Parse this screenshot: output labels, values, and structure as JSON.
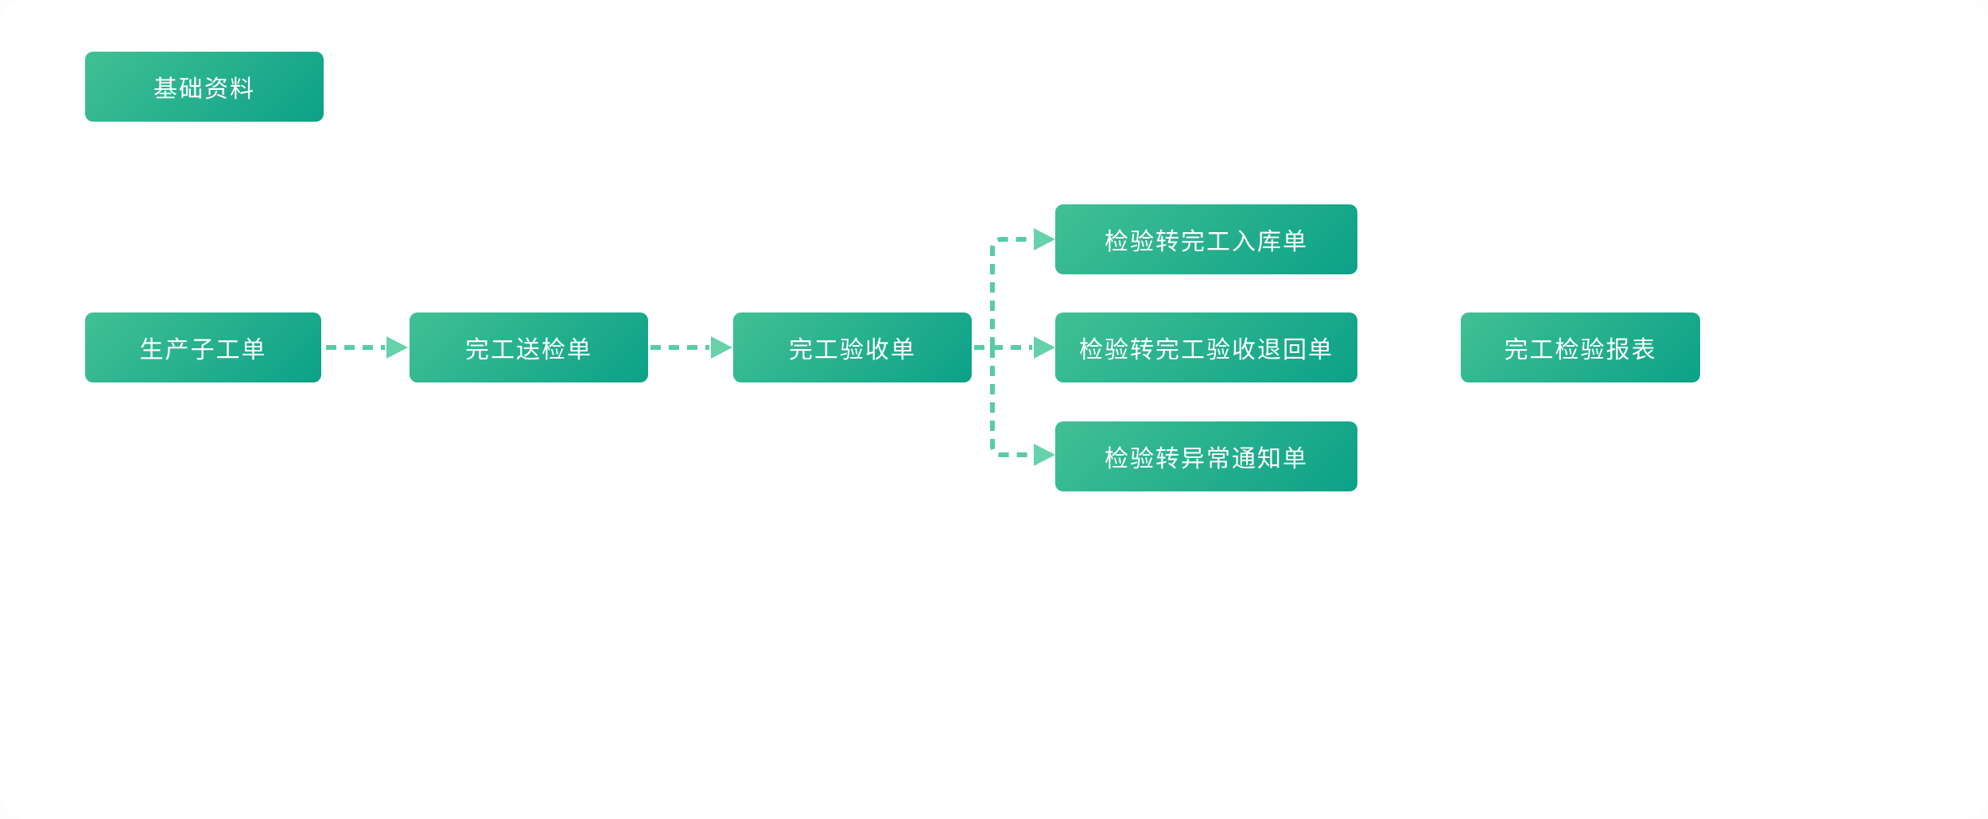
{
  "diagram": {
    "title_hint": "completion-inspection-flowchart",
    "colors": {
      "node_gradient_start": "#41C093",
      "node_gradient_end": "#0CA188",
      "connector": "#57CCA3",
      "arrowhead": "#66D2AA",
      "node_text": "#FFFFFF",
      "background": "#FFFFFF"
    },
    "nodes": [
      {
        "id": "basic-data",
        "label": "基础资料"
      },
      {
        "id": "production-sub-work-order",
        "label": "生产子工单"
      },
      {
        "id": "completion-send-inspection",
        "label": "完工送检单"
      },
      {
        "id": "completion-acceptance",
        "label": "完工验收单"
      },
      {
        "id": "inspection-to-warehouse-in",
        "label": "检验转完工入库单"
      },
      {
        "id": "inspection-to-acceptance-return",
        "label": "检验转完工验收退回单"
      },
      {
        "id": "inspection-to-exception-notice",
        "label": "检验转异常通知单"
      },
      {
        "id": "completion-inspection-report",
        "label": "完工检验报表"
      }
    ],
    "edges": [
      {
        "from": "生产子工单",
        "to": "完工送检单",
        "style": "dashed-arrow"
      },
      {
        "from": "完工送检单",
        "to": "完工验收单",
        "style": "dashed-arrow"
      },
      {
        "from": "完工验收单",
        "to": "检验转完工入库单",
        "style": "dashed-arrow"
      },
      {
        "from": "完工验收单",
        "to": "检验转完工验收退回单",
        "style": "dashed-arrow"
      },
      {
        "from": "完工验收单",
        "to": "检验转异常通知单",
        "style": "dashed-arrow"
      }
    ]
  }
}
